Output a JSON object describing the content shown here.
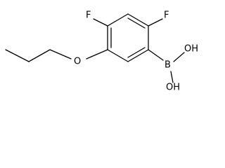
{
  "molecule": {
    "atoms": {
      "F_left": "F",
      "F_right": "F",
      "O_ether": "O",
      "B": "B",
      "OH_top": "OH",
      "OH_bottom": "OH"
    }
  },
  "colors": {
    "ink": "#000000",
    "background": "#ffffff"
  }
}
